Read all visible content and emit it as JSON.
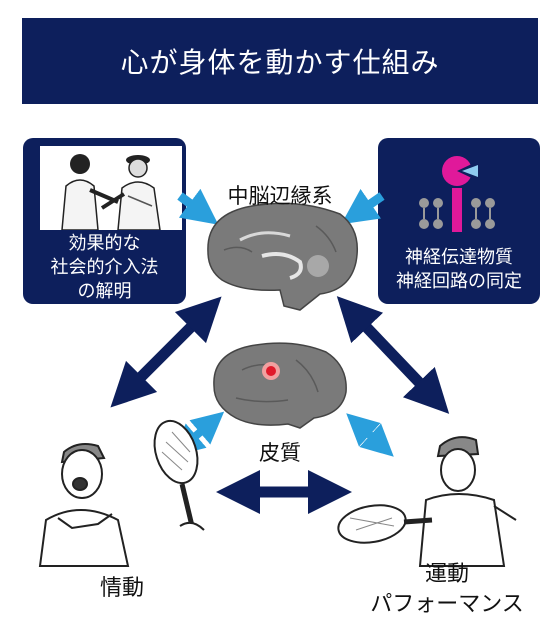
{
  "title": "心が身体を動かす仕組み",
  "left_panel": {
    "lines": [
      "効果的な",
      "社会的介入法",
      "の解明"
    ]
  },
  "right_panel": {
    "lines": [
      "神経伝達物質",
      "神経回路の同定"
    ]
  },
  "nodes": {
    "limbic": "中脳辺縁系",
    "cortex": "皮質",
    "emotion": "情動",
    "motor_line1": "運動",
    "motor_line2": "パフォーマンス"
  },
  "colors": {
    "navy": "#0d1f5c",
    "arrow_blue": "#2a9fdc",
    "magenta": "#e0199a",
    "brain_gray": "#7a7a7a"
  },
  "icons": [
    "coaches-photo",
    "receptor-icon",
    "brain-limbic",
    "brain-cortex",
    "tennis-player-shouting",
    "tennis-player-forehand"
  ]
}
